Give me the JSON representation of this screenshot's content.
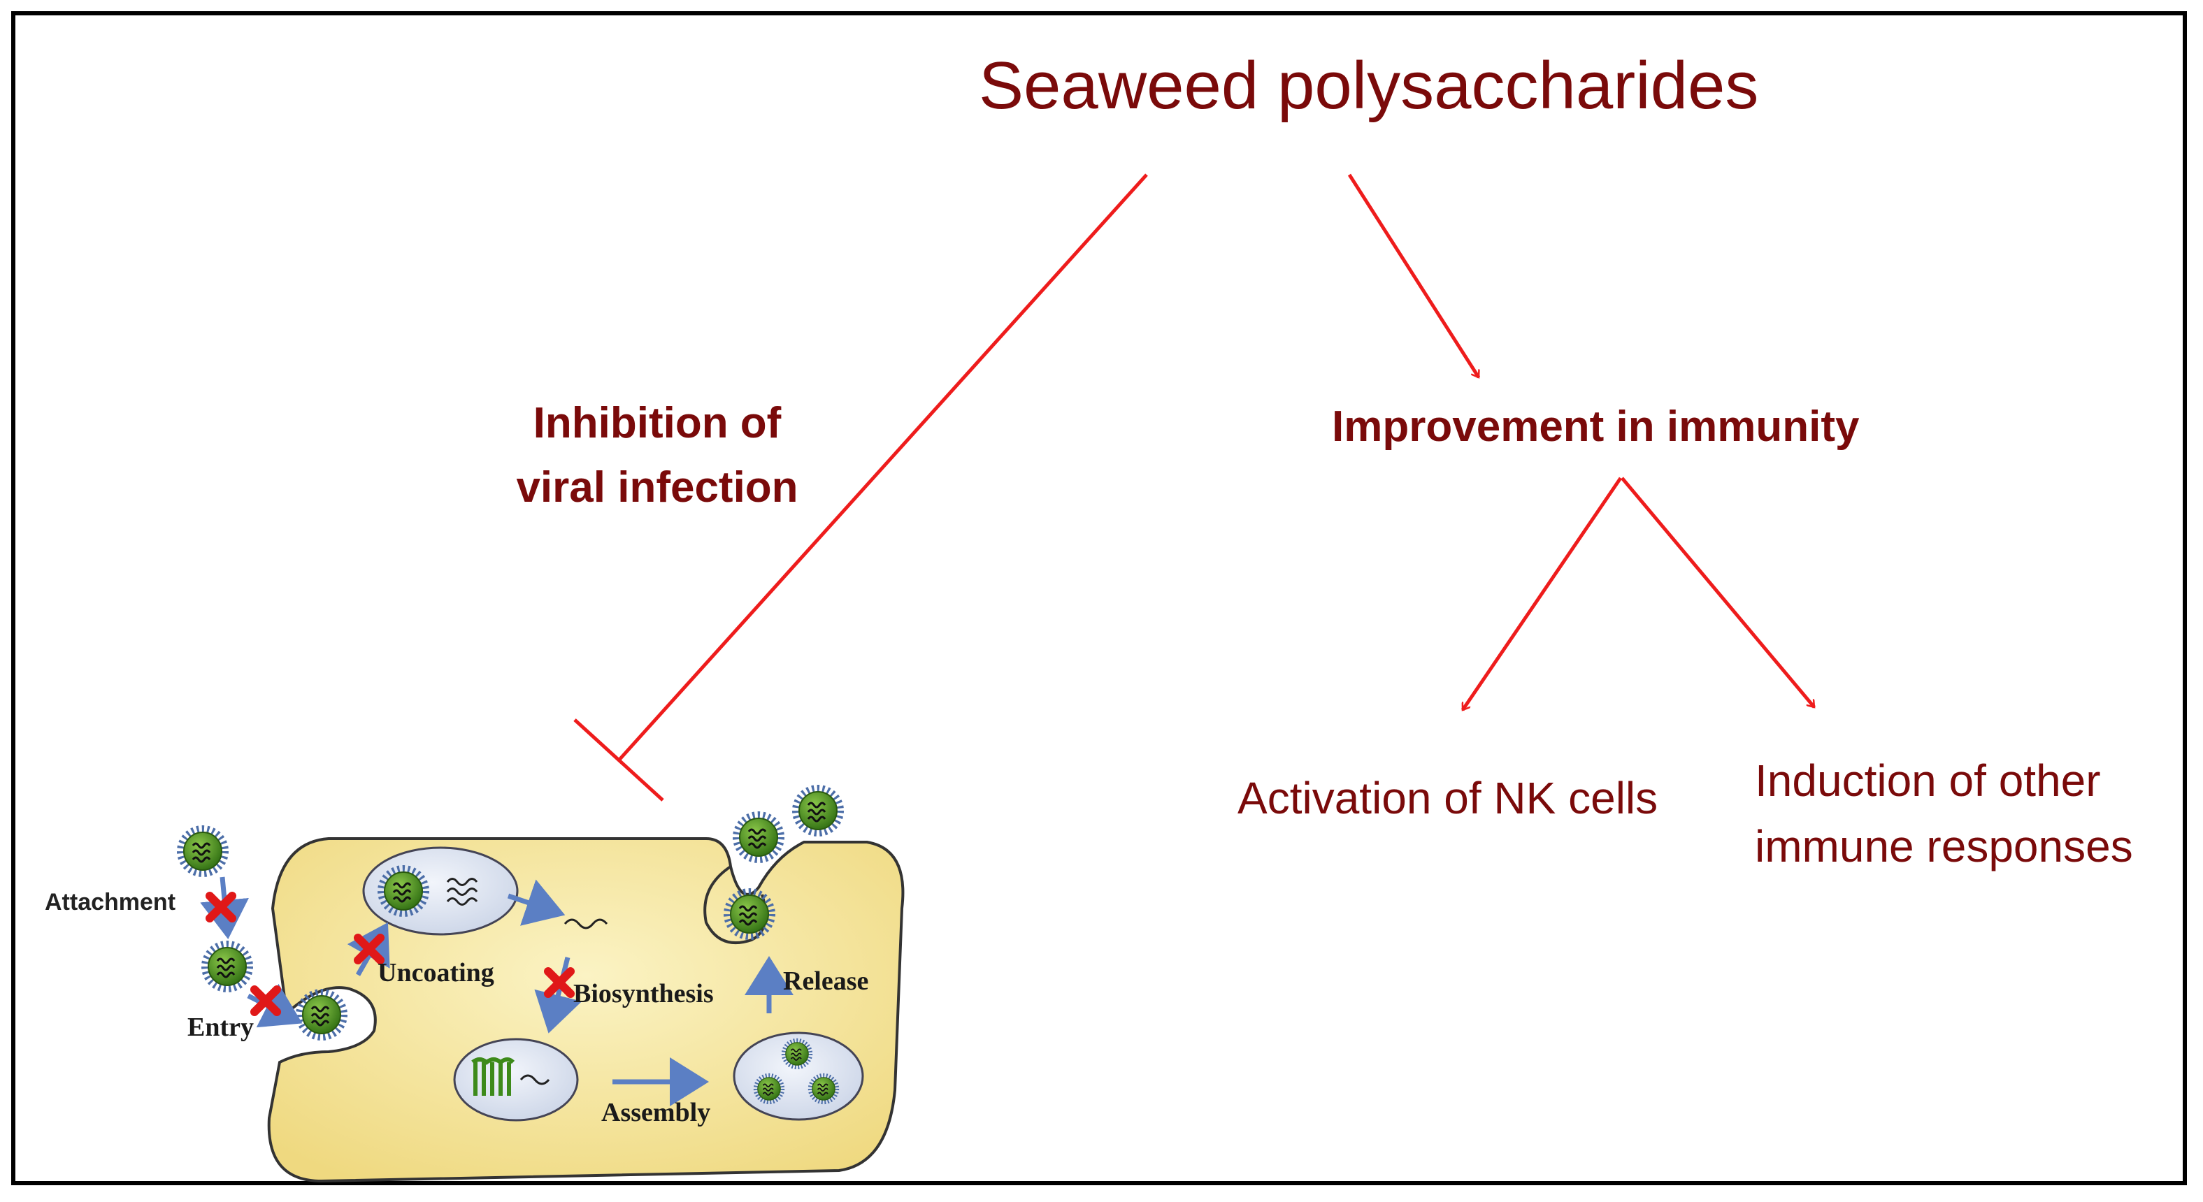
{
  "title": "Seaweed polysaccharides",
  "branches": {
    "inhibition": "Inhibition of viral infection",
    "improvement": "Improvement in immunity"
  },
  "outcomes": {
    "nk": "Activation of NK cells",
    "other": "Induction of other immune responses"
  },
  "cell_steps": {
    "attachment": "Attachment",
    "entry": "Entry",
    "uncoating": "Uncoating",
    "biosynthesis": "Biosynthesis",
    "assembly": "Assembly",
    "release": "Release"
  },
  "colors": {
    "text": "#7a0a0a",
    "arrow": "#ee1c1c",
    "cell_fill": "#f5e8a0",
    "virus": "#3d8a1a",
    "block": "#e01818",
    "step_arrow": "#5b7fc4"
  },
  "icons": [
    "virus-icon",
    "block-x-icon",
    "endosome-icon",
    "rna-icon",
    "protein-icon"
  ]
}
